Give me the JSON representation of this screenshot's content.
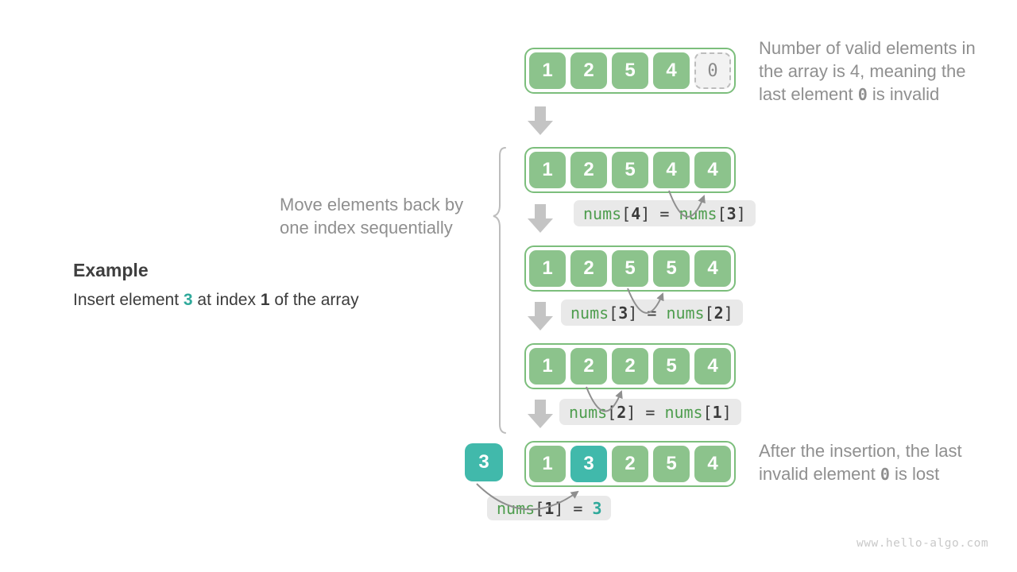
{
  "example": {
    "heading": "Example",
    "line": {
      "t1": "Insert element ",
      "v1": "3",
      "t2": " at index ",
      "v2": "1",
      "t3": " of the array"
    }
  },
  "move_note": {
    "line1": "Move elements back by",
    "line2": "one index sequentially"
  },
  "top_note": {
    "line1": "Number of valid elements in",
    "line2": "the array is 4, meaning the",
    "line3_pre": "last element ",
    "line3_code": "0",
    "line3_post": " is invalid"
  },
  "bottom_note": {
    "line1": "After the insertion, the last",
    "line2_pre": "invalid element ",
    "line2_code": "0",
    "line2_post": " is lost"
  },
  "insert_value": "3",
  "steps": [
    {
      "cells": [
        "1",
        "2",
        "5",
        "4",
        "0"
      ]
    },
    {
      "cells": [
        "1",
        "2",
        "5",
        "4",
        "4"
      ],
      "label": {
        "fn1": "nums",
        "b1": "[",
        "i1": "4",
        "b2": "]",
        "eq": " = ",
        "fn2": "nums",
        "b3": "[",
        "i2": "3",
        "b4": "]"
      }
    },
    {
      "cells": [
        "1",
        "2",
        "5",
        "5",
        "4"
      ],
      "label": {
        "fn1": "nums",
        "b1": "[",
        "i1": "3",
        "b2": "]",
        "eq": " = ",
        "fn2": "nums",
        "b3": "[",
        "i2": "2",
        "b4": "]"
      }
    },
    {
      "cells": [
        "1",
        "2",
        "2",
        "5",
        "4"
      ],
      "label": {
        "fn1": "nums",
        "b1": "[",
        "i1": "2",
        "b2": "]",
        "eq": " = ",
        "fn2": "nums",
        "b3": "[",
        "i2": "1",
        "b4": "]"
      }
    },
    {
      "cells": [
        "1",
        "3",
        "2",
        "5",
        "4"
      ],
      "label": {
        "fn1": "nums",
        "b1": "[",
        "i1": "1",
        "b2": "]",
        "eq": " = ",
        "val": "3"
      }
    }
  ],
  "watermark": "www.hello-algo.com",
  "colors": {
    "cell_green": "#8CC38C",
    "array_border_green": "#7CBE7C",
    "cell_teal": "#41B9AB",
    "invalid_bg": "#F2F2F2",
    "invalid_border": "#BDBDBD",
    "invalid_text": "#8A8A8A",
    "label_bg": "#E9E9E9",
    "code_green": "#4E9D4E",
    "code_dark": "#3A3A3A",
    "code_teal": "#2FA99B",
    "note_gray": "#8F8F8F",
    "arrow_gray": "#C4C4C4",
    "curve_gray": "#8F8F8F",
    "brace_gray": "#BDBDBD",
    "heading_dark": "#3F3F3F",
    "text_dark": "#3C3C3C",
    "watermark_gray": "#C9C9C9"
  }
}
